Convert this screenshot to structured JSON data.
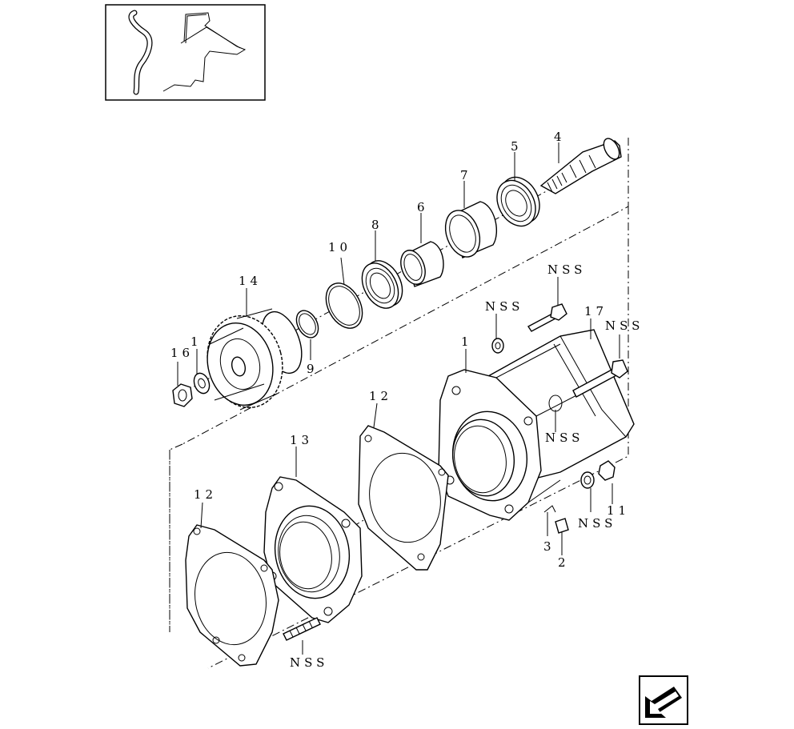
{
  "diagram": {
    "callouts": {
      "c1": "1",
      "c2": "2",
      "c3": "3",
      "c4": "4",
      "c5": "5",
      "c6": "6",
      "c7": "7",
      "c8": "8",
      "c9": "9",
      "c10": "10",
      "c11": "11",
      "c12a": "12",
      "c12b": "12",
      "c13": "13",
      "c14": "14",
      "c16": "16",
      "c161": "1",
      "c17": "17",
      "nss1": "NSS",
      "nss2": "NSS",
      "nss3": "NSS",
      "nss4": "NSS",
      "nss5": "NSS",
      "nss6": "NSS"
    }
  },
  "icons": {
    "thumbnail": "location-thumbnail-icon",
    "back": "back-arrow-icon"
  }
}
